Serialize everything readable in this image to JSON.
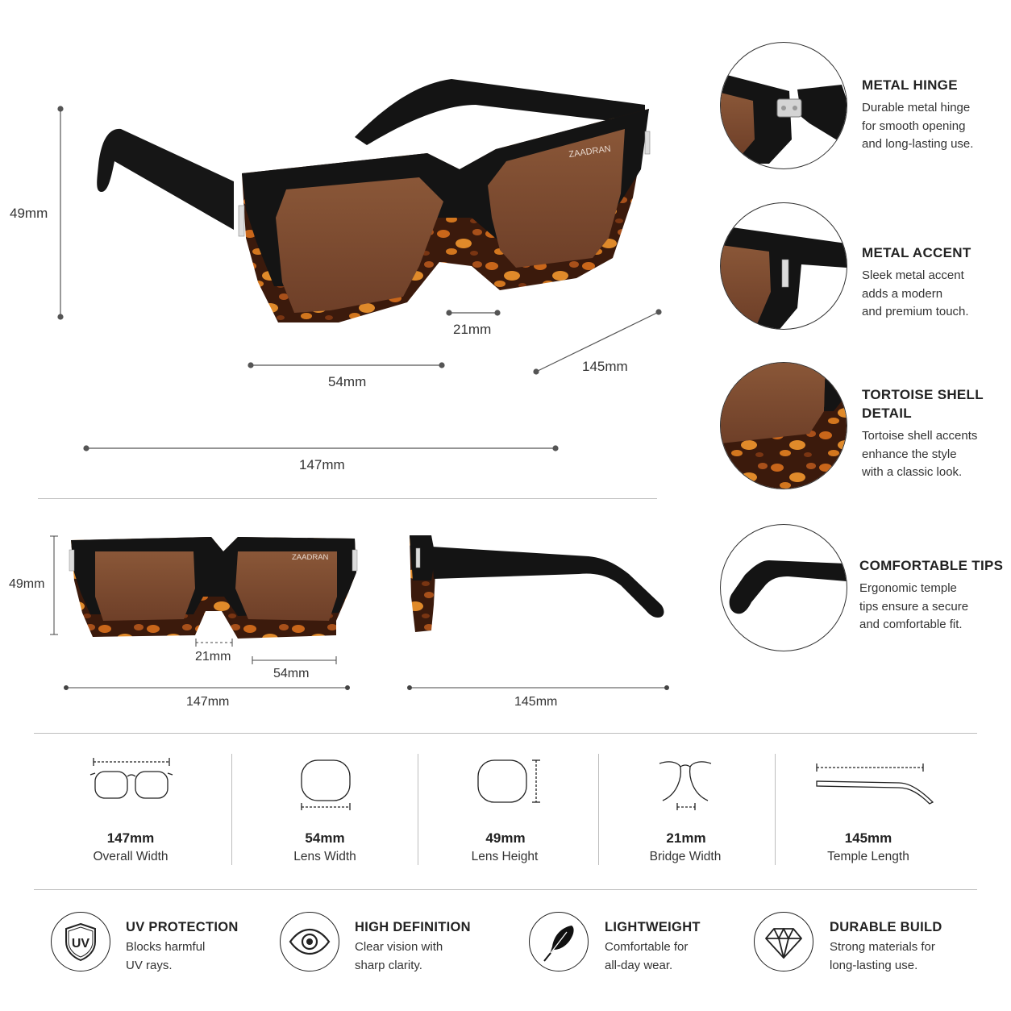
{
  "brand_mark": "ZAADRAN",
  "colors": {
    "frame": "#151515",
    "lens": "#7a4a32",
    "tortoise_dark": "#3b1a0c",
    "tortoise_light": "#d2761e",
    "metal": "#d9d9d9",
    "line": "#555555"
  },
  "hero_dimensions": {
    "height": "49mm",
    "lens_width": "54mm",
    "bridge": "21mm",
    "temple": "145mm",
    "overall": "147mm"
  },
  "front_view_dimensions": {
    "height": "49mm",
    "bridge": "21mm",
    "lens_width": "54mm",
    "overall": "147mm"
  },
  "side_view_dimensions": {
    "temple": "145mm"
  },
  "features": [
    {
      "title": "METAL HINGE",
      "desc": [
        "Durable metal hinge",
        "for smooth opening",
        "and long-lasting use."
      ]
    },
    {
      "title": "METAL ACCENT",
      "desc": [
        "Sleek metal accent",
        "adds a modern",
        "and premium touch."
      ]
    },
    {
      "title": [
        "TORTOISE SHELL",
        "DETAIL"
      ],
      "desc": [
        "Tortoise shell accents",
        "enhance the style",
        "with a classic look."
      ]
    },
    {
      "title": "COMFORTABLE TIPS",
      "desc": [
        "Ergonomic temple",
        "tips ensure a secure",
        "and comfortable fit."
      ]
    }
  ],
  "specs": [
    {
      "value": "147mm",
      "label": "Overall Width",
      "icon": "overall-width-icon"
    },
    {
      "value": "54mm",
      "label": "Lens Width",
      "icon": "lens-width-icon"
    },
    {
      "value": "49mm",
      "label": "Lens Height",
      "icon": "lens-height-icon"
    },
    {
      "value": "21mm",
      "label": "Bridge Width",
      "icon": "bridge-width-icon"
    },
    {
      "value": "145mm",
      "label": "Temple Length",
      "icon": "temple-length-icon"
    }
  ],
  "benefits": [
    {
      "title": "UV PROTECTION",
      "desc": [
        "Blocks harmful",
        "UV rays."
      ],
      "icon": "uv-shield-icon",
      "icon_text": "UV"
    },
    {
      "title": "HIGH DEFINITION",
      "desc": [
        "Clear vision with",
        "sharp clarity."
      ],
      "icon": "eye-icon"
    },
    {
      "title": "LIGHTWEIGHT",
      "desc": [
        "Comfortable for",
        "all-day wear."
      ],
      "icon": "feather-icon"
    },
    {
      "title": "DURABLE BUILD",
      "desc": [
        "Strong materials for",
        "long-lasting use."
      ],
      "icon": "diamond-icon"
    }
  ]
}
